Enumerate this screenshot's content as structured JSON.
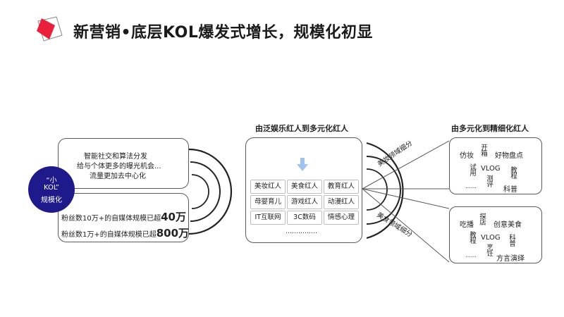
{
  "title": "新营销•底层KOL爆发式增长，规模化初显",
  "left": {
    "top_lines": [
      "智能社交和算法分发",
      "给与个体更多的曝光机会...",
      "流量更加去中心化"
    ],
    "circle_lines": [
      "“小",
      "KOL”",
      "规模化"
    ],
    "stat1_prefix": "粉丝数10万+的自媒体规模已超",
    "stat1_value": "40万",
    "stat2_prefix": "粉丝数1万+的自媒体规模已超",
    "stat2_value": "800万"
  },
  "middle": {
    "header": "由泛娱乐红人到多元化红人",
    "cells": [
      "美妆红人",
      "美食红人",
      "教育红人",
      "母婴育儿",
      "游戏红人",
      "动漫红人",
      "IT互联网",
      "3C数码",
      "情感心理"
    ],
    "more": "……………"
  },
  "right": {
    "header": "由多元化到精细化红人",
    "arc_label_1": "美妆领域细分",
    "arc_label_2": "美食领域细分",
    "top_box": {
      "t1": "仿妆",
      "t2": "开箱",
      "t3": "好物盘点",
      "t4": "试用",
      "t5": "VLOG",
      "t6": "教程",
      "t7": "测评",
      "t8": "科普",
      "t9": "……"
    },
    "bottom_box": {
      "t1": "吃播",
      "t2": "探店",
      "t3": "创意美食",
      "t4": "教程",
      "t5": "VLOG",
      "t6": "科普",
      "t7": "……",
      "t8": "烹饪",
      "t9": "方言演绎"
    }
  },
  "colors": {
    "accent_red": "#e8203c",
    "circle_blue": "#1e1a8c",
    "arrow_blue": "#9fc3ea"
  }
}
